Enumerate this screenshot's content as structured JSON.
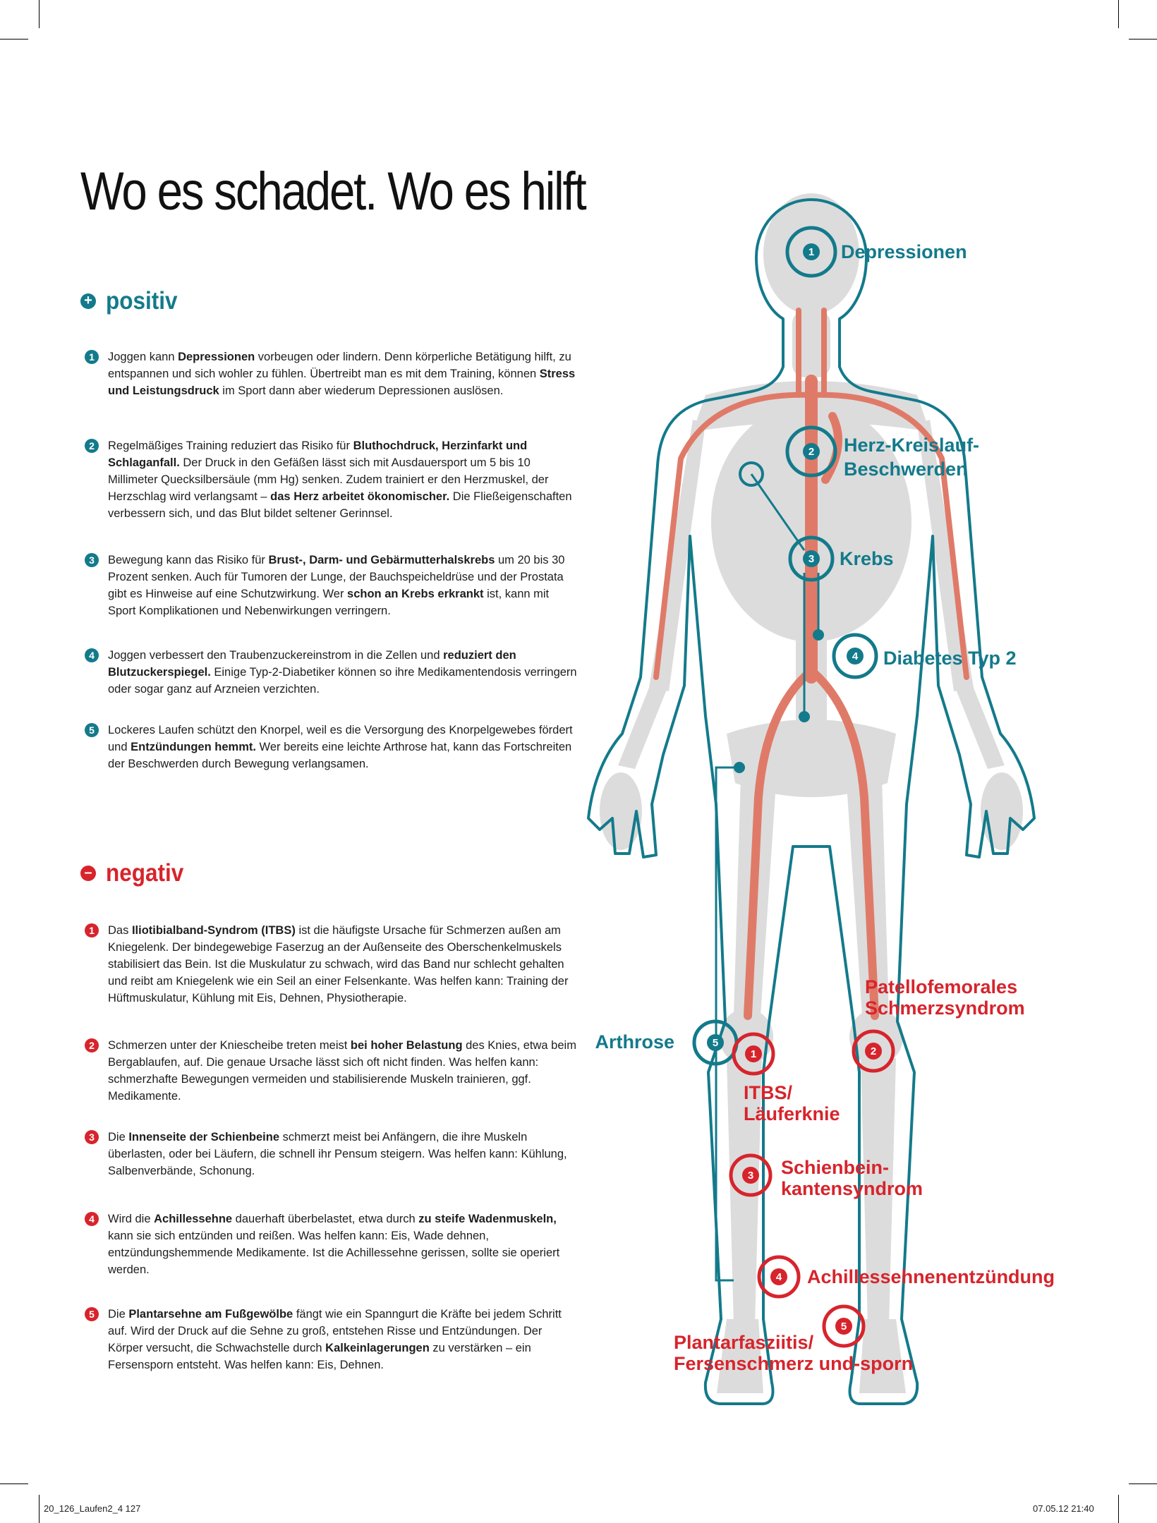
{
  "title": "Wo es schadet. Wo es hilft",
  "positive": {
    "icon": "+",
    "label": "positiv",
    "items": [
      {
        "n": "1",
        "parts": [
          {
            "t": "Joggen kann "
          },
          {
            "t": "Depressionen",
            "b": true
          },
          {
            "t": " vorbeugen oder lindern. Denn körperliche Betätigung hilft, zu entspannen und sich wohler zu fühlen. Übertreibt man es mit dem Training, können "
          },
          {
            "t": "Stress und Leistungsdruck",
            "b": true
          },
          {
            "t": " im Sport dann aber wiederum Depressionen auslösen."
          }
        ]
      },
      {
        "n": "2",
        "parts": [
          {
            "t": "Regelmäßiges Training reduziert das Risiko für "
          },
          {
            "t": "Bluthochdruck, Herzinfarkt und Schlaganfall.",
            "b": true
          },
          {
            "t": " Der Druck in den Gefäßen lässt sich mit Ausdauersport um 5 bis 10 Millimeter Quecksilbersäule (mm Hg) senken. Zudem trainiert er den Herzmuskel, der Herzschlag wird verlangsamt – "
          },
          {
            "t": "das Herz arbeitet ökonomischer.",
            "b": true
          },
          {
            "t": " Die Fließeigenschaften verbessern sich, und das Blut bildet seltener Gerinnsel."
          }
        ]
      },
      {
        "n": "3",
        "parts": [
          {
            "t": "Bewegung kann das Risiko für "
          },
          {
            "t": "Brust-, Darm- und Gebärmutterhalskrebs",
            "b": true
          },
          {
            "t": " um 20 bis 30 Prozent senken. Auch für Tumoren der Lunge, der Bauchspeicheldrüse und der Prostata gibt es Hinweise auf eine Schutzwirkung. Wer "
          },
          {
            "t": "schon an Krebs erkrankt",
            "b": true
          },
          {
            "t": " ist, kann mit Sport Komplikationen und Nebenwirkungen verringern."
          }
        ]
      },
      {
        "n": "4",
        "parts": [
          {
            "t": "Joggen verbessert den Traubenzuckereinstrom in die Zellen und "
          },
          {
            "t": "reduziert den Blutzuckerspiegel.",
            "b": true
          },
          {
            "t": " Einige Typ-2-Diabetiker können so ihre Medikamentendosis verringern oder sogar ganz auf Arzneien verzichten."
          }
        ]
      },
      {
        "n": "5",
        "parts": [
          {
            "t": "Lockeres Laufen schützt den Knorpel, weil es die Versorgung des Knorpelgewebes fördert und "
          },
          {
            "t": "Entzündungen hemmt.",
            "b": true
          },
          {
            "t": " Wer bereits eine leichte Arthrose hat, kann das Fortschreiten der Beschwerden durch Bewegung verlangsamen."
          }
        ]
      }
    ]
  },
  "negative": {
    "icon": "–",
    "label": "negativ",
    "items": [
      {
        "n": "1",
        "parts": [
          {
            "t": "Das "
          },
          {
            "t": "Iliotibialband-Syndrom (ITBS)",
            "b": true
          },
          {
            "t": " ist die häufigste Ursache für Schmerzen außen am Kniegelenk. Der bindegewebige Faserzug an der Außenseite des Oberschenkelmuskels stabilisiert das Bein. Ist die Muskulatur zu schwach, wird das Band nur schlecht gehalten und reibt am Kniegelenk wie ein Seil an einer Felsenkante. Was helfen kann: Training der Hüftmuskulatur, Kühlung mit Eis, Dehnen, Physiotherapie."
          }
        ]
      },
      {
        "n": "2",
        "parts": [
          {
            "t": "Schmerzen unter der Kniescheibe treten meist "
          },
          {
            "t": "bei hoher Belastung",
            "b": true
          },
          {
            "t": " des Knies, etwa beim Bergablaufen, auf. Die genaue Ursache lässt sich oft nicht finden. Was helfen kann: schmerzhafte Bewegungen vermeiden und stabilisierende Muskeln trainieren, ggf. Medikamente."
          }
        ]
      },
      {
        "n": "3",
        "parts": [
          {
            "t": "Die "
          },
          {
            "t": "Innenseite der Schienbeine",
            "b": true
          },
          {
            "t": " schmerzt meist bei Anfängern, die ihre Muskeln überlasten, oder bei Läufern, die schnell ihr Pensum steigern. Was helfen kann: Kühlung, Salbenverbände, Schonung."
          }
        ]
      },
      {
        "n": "4",
        "parts": [
          {
            "t": "Wird die "
          },
          {
            "t": "Achillessehne",
            "b": true
          },
          {
            "t": " dauerhaft überbelastet, etwa durch "
          },
          {
            "t": "zu steife Wadenmuskeln,",
            "b": true
          },
          {
            "t": " kann sie sich entzünden und reißen. Was helfen kann: Eis, Wade dehnen, entzündungshemmende Medikamente. Ist die Achillessehne gerissen, sollte sie operiert werden."
          }
        ]
      },
      {
        "n": "5",
        "parts": [
          {
            "t": "Die "
          },
          {
            "t": "Plantarsehne am Fußgewölbe",
            "b": true
          },
          {
            "t": " fängt wie ein Spanngurt die Kräfte bei jedem Schritt auf. Wird der Druck auf die Sehne zu groß, entstehen Risse und Entzündungen. Der Körper versucht, die Schwachstelle durch "
          },
          {
            "t": "Kalkeinlagerungen",
            "b": true
          },
          {
            "t": " zu verstärken – ein Fersensporn entsteht. Was helfen kann: Eis, Dehnen."
          }
        ]
      }
    ]
  },
  "diagram": {
    "positive_markers": [
      {
        "n": "1",
        "label": "Depressionen"
      },
      {
        "n": "2",
        "label_line1": "Herz-Kreislauf-",
        "label_line2": "Beschwerden"
      },
      {
        "n": "3",
        "label": "Krebs"
      },
      {
        "n": "4",
        "label": "Diabetes Typ 2"
      },
      {
        "n": "5",
        "label": "Arthrose"
      }
    ],
    "negative_markers": [
      {
        "n": "1",
        "label_line1": "ITBS/",
        "label_line2": "Läuferknie"
      },
      {
        "n": "2",
        "label_line1": "Patellofemorales",
        "label_line2": "Schmerzsyndrom"
      },
      {
        "n": "3",
        "label_line1": "Schienbein-",
        "label_line2": "kantensyndrom"
      },
      {
        "n": "4",
        "label": "Achillessehnenentzündung"
      },
      {
        "n": "5",
        "label_line1": "Plantarfasziitis/",
        "label_line2": "Fersenschmerz und-sporn"
      }
    ]
  },
  "footer": {
    "left": "20_126_Laufen2_4   127",
    "right": "07.05.12   21:40"
  },
  "colors": {
    "teal": "#137a8b",
    "red": "#d7242c",
    "body": "#dcdcdc",
    "vessel": "#e07a68"
  }
}
